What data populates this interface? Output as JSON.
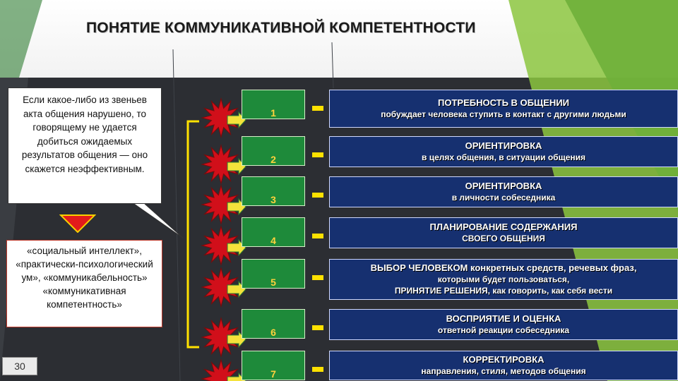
{
  "slide": {
    "title": "ПОНЯТИЕ КОММУНИКАТИВНОЙ КОМПЕТЕНТНОСТИ",
    "callout_text": "Если какое-либо из звеньев акта общения нарушено, то говорящему не удается добиться ожидаемых результатов общения — оно скажется неэффективным.",
    "terms_text": "«социальный интеллект», «практически-психологический ум», «коммуникабельность» «коммуникативная компетентность»",
    "page_number": "30"
  },
  "steps": [
    {
      "num": "1",
      "head": "ПОТРЕБНОСТЬ В ОБЩЕНИИ",
      "sub": "побуждает человека ступить в контакт с другими людьми"
    },
    {
      "num": "2",
      "head": "ОРИЕНТИРОВКА",
      "sub": "в целях общения, в ситуации общения"
    },
    {
      "num": "3",
      "head": "ОРИЕНТИРОВКА",
      "sub": "в личности собеседника"
    },
    {
      "num": "4",
      "head": "ПЛАНИРОВАНИЕ СОДЕРЖАНИЯ",
      "sub": "СВОЕГО ОБЩЕНИЯ"
    },
    {
      "num": "5",
      "head": "ВЫБОР ЧЕЛОВЕКОМ конкретных средств, речевых фраз,",
      "sub": "которыми будет пользоваться,",
      "sub2": "ПРИНЯТИЕ РЕШЕНИЯ, как говорить, как себя вести"
    },
    {
      "num": "6",
      "head": "ВОСПРИЯТИЕ И ОЦЕНКА",
      "sub": "ответной реакции собеседника"
    },
    {
      "num": "7",
      "head": "КОРРЕКТИРОВКА",
      "sub": "направления, стиля, методов общения"
    }
  ],
  "colors": {
    "number_box": "#1e8a3a",
    "info_box": "#163070",
    "star": "#d10f1a",
    "arrow": "#ffe100",
    "accent_green": "#7ac943"
  }
}
